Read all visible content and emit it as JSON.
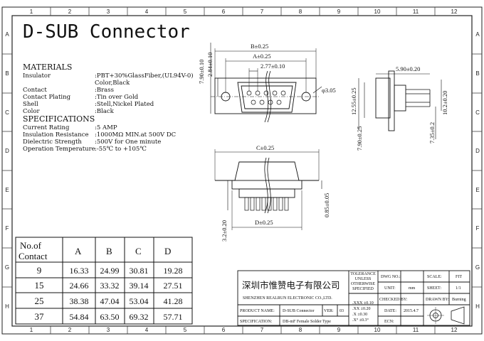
{
  "title": "D-SUB Connector",
  "zones": {
    "columns": [
      "1",
      "2",
      "3",
      "4",
      "5",
      "6",
      "7",
      "8",
      "9",
      "10",
      "11",
      "12"
    ],
    "rows": [
      "A",
      "B",
      "C",
      "D",
      "E",
      "F",
      "G",
      "H"
    ]
  },
  "materials": {
    "heading": "MATERIALS",
    "rows": [
      {
        "label": "Insulator",
        "value": ":PBT+30%GlassFiber,(UL94V-0)"
      },
      {
        "label": "",
        "value": " Color,Black"
      },
      {
        "label": "Contact",
        "value": ":Brass"
      },
      {
        "label": "Contact Plating",
        "value": ":Tin over Gold"
      },
      {
        "label": "Shell",
        "value": ":Stell,Nickel Plated"
      },
      {
        "label": "Color",
        "value": ":Black"
      }
    ]
  },
  "specifications": {
    "heading": "SPECIFICATIONS",
    "rows": [
      {
        "label": "Current Rating",
        "value": ":5 AMP"
      },
      {
        "label": "Insulation Resistance",
        "value": ":1000MΩ MIN.at 500V DC"
      },
      {
        "label": "Dielectric Strength",
        "value": ":500V for One minute"
      },
      {
        "label": "Operation Temperature",
        "value": ":-55℃ to +105℃"
      }
    ]
  },
  "dimension_table": {
    "header": [
      "No.of Contact",
      "A",
      "B",
      "C",
      "D"
    ],
    "rows": [
      [
        "9",
        "16.33",
        "24.99",
        "30.81",
        "19.28"
      ],
      [
        "15",
        "24.66",
        "33.32",
        "39.14",
        "27.51"
      ],
      [
        "25",
        "38.38",
        "47.04",
        "53.04",
        "41.28"
      ],
      [
        "37",
        "54.84",
        "63.50",
        "69.32",
        "57.71"
      ]
    ]
  },
  "dimensions": {
    "front_B": "B±0.25",
    "front_A": "A±0.25",
    "front_pitch": "2.77±0.10",
    "front_hole": "φ3.05",
    "front_h1": "7.90±0.10",
    "front_h2": "2.84±0.10",
    "side_w": "5.90±0.20",
    "side_h1": "12.55±0.25",
    "side_h2": "10.2±0.20",
    "side_h3": "7.90±0.25",
    "side_h4": "7.35±0.2",
    "bottom_C": "C±0.25",
    "bottom_D": "D±0.25",
    "bottom_h1": "0.85±0.05",
    "bottom_h2": "3.2±0.20"
  },
  "title_block": {
    "company_cn": "深圳市惟赞电子有限公司",
    "company_en": "SHENZHEN REALRUN ELECTRONIC CO.,LTD.",
    "tolerance_lines": [
      "TOLERANCE",
      "UNLESS",
      "OTHERWISE",
      "SPECIFIED"
    ],
    "tolerances": [
      ".XXX ±0.10",
      ".XX  ±0.20",
      ".X   ±0.30",
      ".X°  ±0.3°"
    ],
    "dwg_no_label": "DWG NO.:",
    "dwg_no_value": "",
    "unit_label": "UNIT:",
    "unit_value": "mm",
    "checked_label": "CHECKED BY:",
    "checked_value": "",
    "date_label": "DATE:",
    "date_value": "2015.4.7",
    "ecn_label": "ECN:",
    "ecn_value": "",
    "scale_label": "SCALE:",
    "scale_value": "FIT",
    "sheet_label": "SHEET:",
    "sheet_value": "1/1",
    "drawn_label": "DRAWN BY:",
    "drawn_value": "Burning",
    "product_label": "PRODUCT NAME:",
    "product_value": "D-SUB Connector",
    "ver_label": "VER:",
    "ver_value": "03",
    "spec_label": "SPECIFICATION:",
    "spec_value": "DB-mF Female Solder Type"
  }
}
